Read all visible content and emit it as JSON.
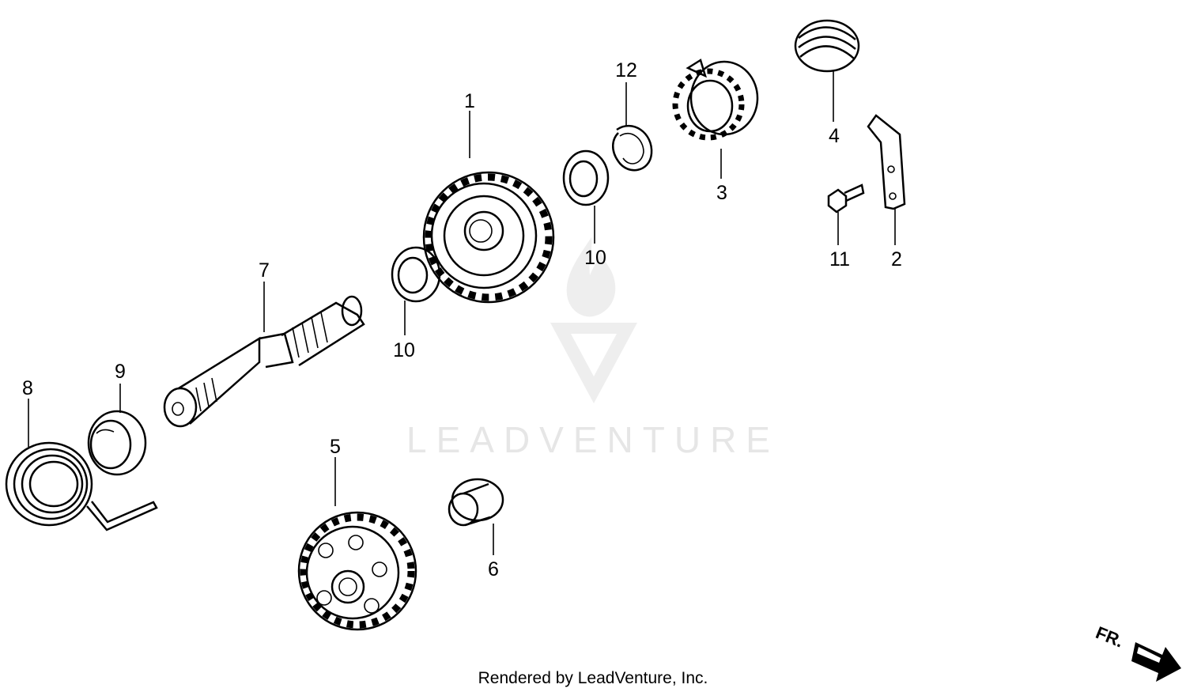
{
  "watermark": {
    "brand": "LEADVENTURE"
  },
  "credit": "Rendered by LeadVenture, Inc.",
  "direction_label": "FR.",
  "callouts": {
    "p1": "1",
    "p2": "2",
    "p3": "3",
    "p4": "4",
    "p5": "5",
    "p6": "6",
    "p7": "7",
    "p8": "8",
    "p9": "9",
    "p10a": "10",
    "p10b": "10",
    "p11": "11",
    "p12": "12"
  }
}
